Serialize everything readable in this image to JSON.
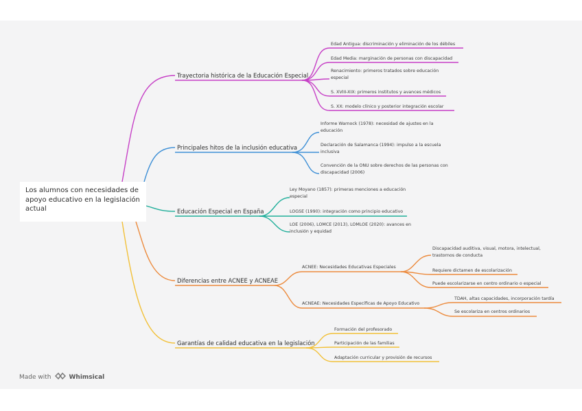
{
  "root": "Los alumnos con necesidades de apoyo educativo en la legislación actual",
  "branches": [
    {
      "label": "Trayectoria histórica de la Educación Especial",
      "color": "#c63fc6",
      "items": [
        "Edad Antigua: discriminación y eliminación de los débiles",
        "Edad Media: marginación de personas con discapacidad",
        "Renacimiento: primeros tratados sobre educación especial",
        "S. XVIII-XIX: primeros institutos y avances médicos",
        "S. XX: modelo clínico y posterior integración escolar"
      ]
    },
    {
      "label": "Principales hitos de la inclusión educativa",
      "color": "#3d8fd6",
      "items": [
        "Informe Warnock (1978): necesidad de ajustes en la educación",
        "Declaración de Salamanca (1994): impulso a la escuela inclusiva",
        "Convención de la ONU sobre derechos de las personas con discapacidad (2006)"
      ]
    },
    {
      "label": "Educación Especial en España",
      "color": "#1fae9a",
      "items": [
        "Ley Moyano (1857): primeras menciones a educación especial",
        "LOGSE (1990): integración como principio educativo",
        "LOE (2006), LOMCE (2013), LOMLOE (2020): avances en inclusión y equidad"
      ]
    },
    {
      "label": "Diferencias entre ACNEE y ACNEAE",
      "color": "#ec8a3c",
      "subs": [
        {
          "label": "ACNEE: Necesidades Educativas Especiales",
          "items": [
            "Discapacidad auditiva, visual, motora, intelectual, trastornos de conducta",
            "Requiere dictamen de escolarización",
            "Puede escolarizarse en centro ordinario o especial"
          ]
        },
        {
          "label": "ACNEAE: Necesidades Específicas de Apoyo Educativo",
          "items": [
            "TDAH, altas capacidades, incorporación tardía",
            "Se escolariza en centros ordinarios"
          ]
        }
      ]
    },
    {
      "label": "Garantías de calidad educativa en la legislación",
      "color": "#f2c037",
      "items": [
        "Formación del profesorado",
        "Participación de las familias",
        "Adaptación curricular y provisión de recursos"
      ]
    }
  ],
  "watermark": {
    "prefix": "Made with",
    "brand": "Whimsical",
    "icon": "whimsical-logo-icon"
  }
}
